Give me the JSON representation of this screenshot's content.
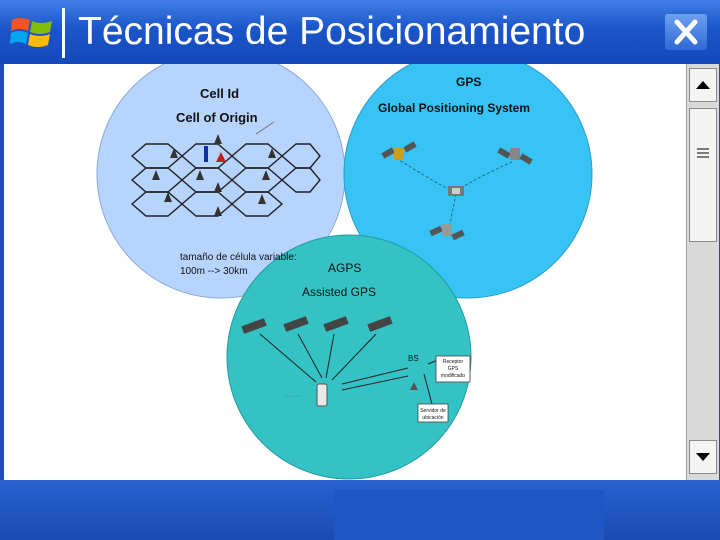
{
  "window": {
    "title": "Técnicas de Posicionamiento",
    "logo_icon": "windows-logo-icon",
    "close_icon": "close-icon"
  },
  "scrollbar": {
    "up_icon": "arrow-up-icon",
    "down_icon": "arrow-down-icon",
    "thumb_icon": "grip-lines-icon"
  },
  "diagram": {
    "cell_id": {
      "title": "Cell Id",
      "subtitle": "Cell of Origin",
      "size_note_1": "tamaño de célula variable:",
      "size_note_2": "100m --> 30km",
      "color": "#b7d4ff"
    },
    "gps": {
      "title": "GPS",
      "subtitle": "Global Positioning System",
      "color": "#37c3f4"
    },
    "agps": {
      "title": "AGPS",
      "subtitle": "Assisted GPS",
      "bs_label": "BS",
      "box1": [
        "Receptor",
        "GPS",
        "modificado"
      ],
      "box2": [
        "Servidor de",
        "ubicación"
      ],
      "color": "#34c2c4"
    }
  }
}
